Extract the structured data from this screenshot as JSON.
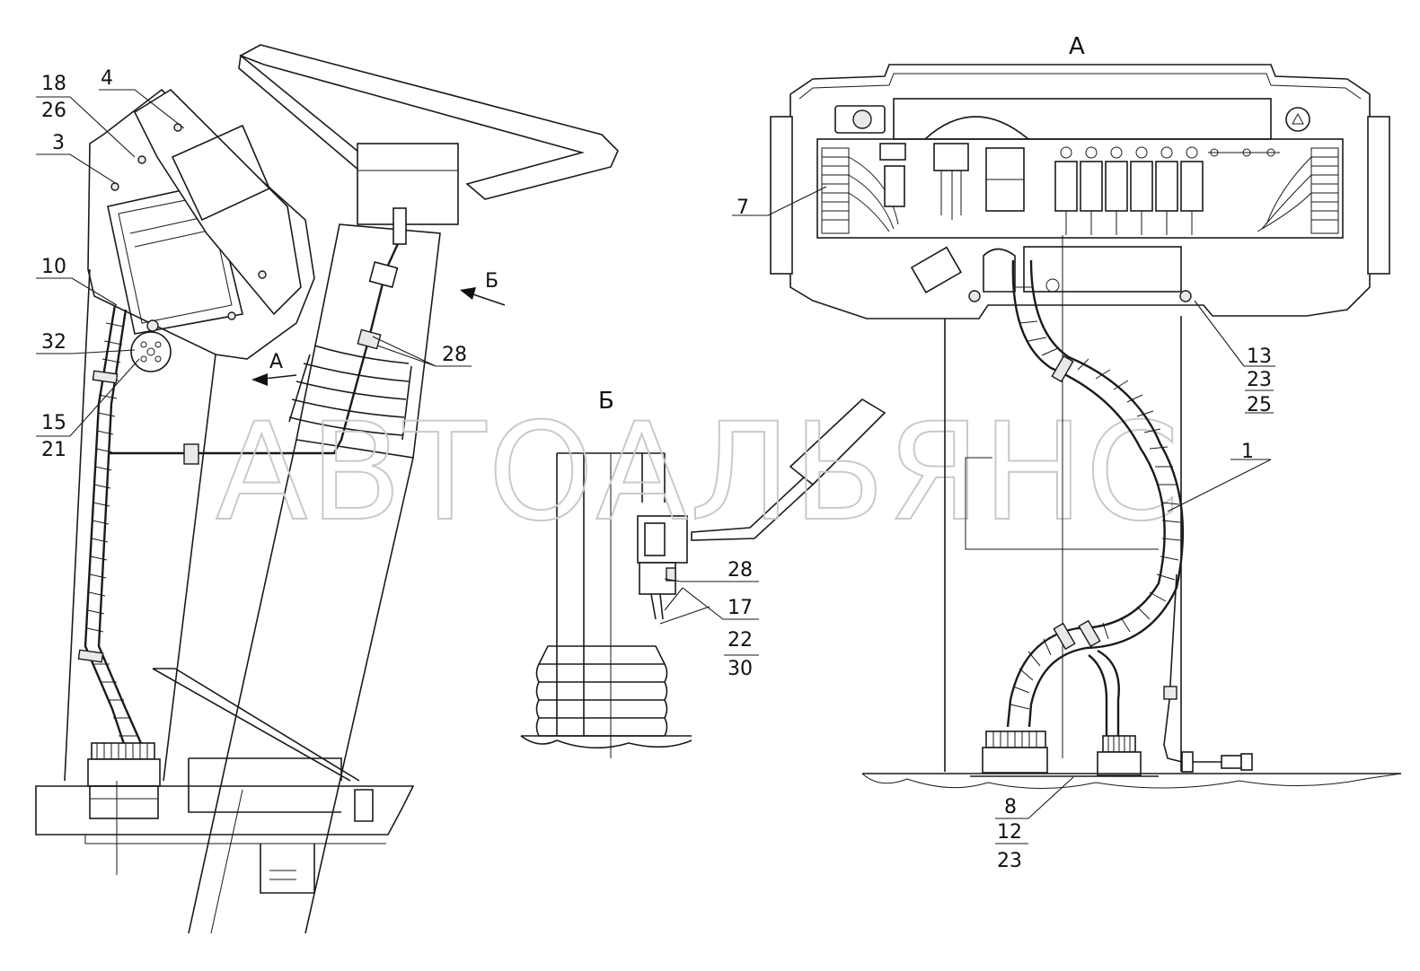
{
  "views": {
    "A": "А",
    "B": "Б"
  },
  "watermark": "АВТОАЛЬЯНС",
  "labels": {
    "l18": "18",
    "l26": "26",
    "l4": "4",
    "l3": "3",
    "l10": "10",
    "l32": "32",
    "l15": "15",
    "l21": "21",
    "l28a": "28",
    "l28b": "28",
    "l17": "17",
    "l22": "22",
    "l30": "30",
    "l7": "7",
    "l13": "13",
    "l23a": "23",
    "l25": "25",
    "l1": "1",
    "l8": "8",
    "l12": "12",
    "l23b": "23"
  },
  "arrows": {
    "a": "А",
    "b": "Б"
  }
}
